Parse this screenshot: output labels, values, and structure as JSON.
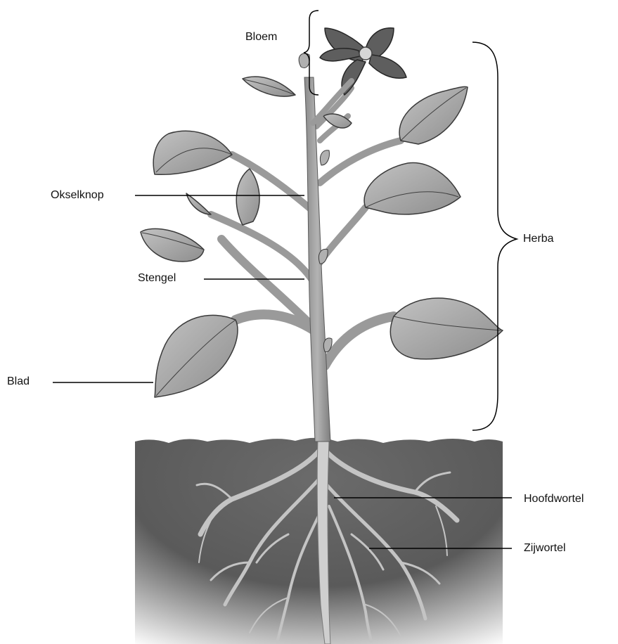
{
  "diagram": {
    "labels": {
      "bloem": "Bloem",
      "okselknop": "Okselknop",
      "stengel": "Stengel",
      "blad": "Blad",
      "herba": "Herba",
      "hoofdwortel": "Hoofdwortel",
      "zijwortel": "Zijwortel"
    }
  },
  "colors": {
    "background": "#ffffff",
    "soil_dark": "#5a5a5a",
    "leaf": "#a6a6a6",
    "leaf_outline": "#3a3a3a",
    "stem": "#9a9a9a",
    "root": "#c4c4c4",
    "flower": "#5e5e5e",
    "leader_line": "#000000"
  }
}
